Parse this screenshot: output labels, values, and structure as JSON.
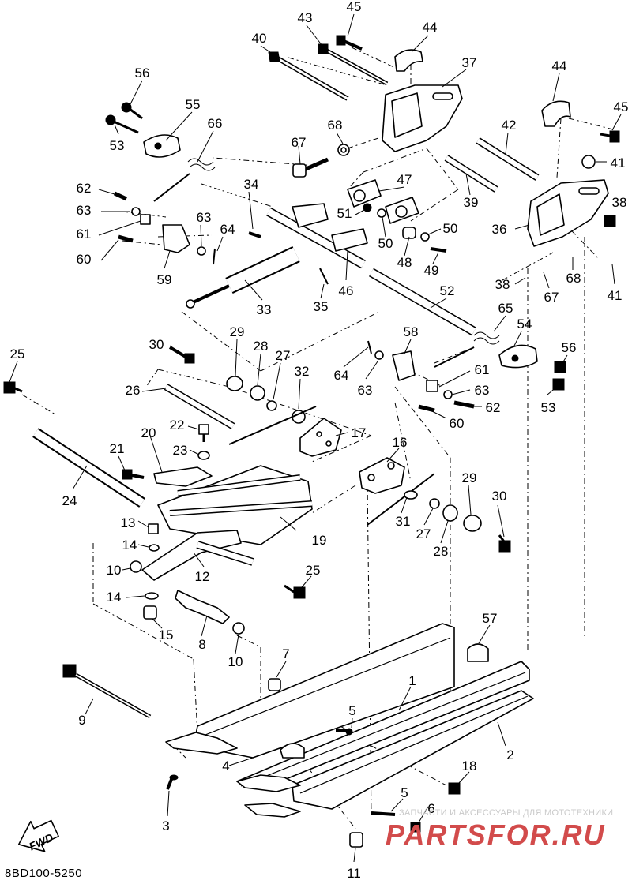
{
  "diagram": {
    "footer_code": "8BD100-5250",
    "fwd_label": "FWD",
    "watermark": {
      "caption": "ЗАПЧАСТИ И АКСЕССУАРЫ ДЛЯ МОТОТЕХНИКИ",
      "logo": "PARTSFOR.RU"
    },
    "callouts": [
      {
        "id": "c45a",
        "text": "45"
      },
      {
        "id": "c43",
        "text": "43"
      },
      {
        "id": "c44a",
        "text": "44"
      },
      {
        "id": "c40",
        "text": "40"
      },
      {
        "id": "c37",
        "text": "37"
      },
      {
        "id": "c56a",
        "text": "56"
      },
      {
        "id": "c55",
        "text": "55"
      },
      {
        "id": "c53a",
        "text": "53"
      },
      {
        "id": "c66",
        "text": "66"
      },
      {
        "id": "c68a",
        "text": "68"
      },
      {
        "id": "c67a",
        "text": "67"
      },
      {
        "id": "c44b",
        "text": "44"
      },
      {
        "id": "c45b",
        "text": "45"
      },
      {
        "id": "c42",
        "text": "42"
      },
      {
        "id": "c41a",
        "text": "41"
      },
      {
        "id": "c62a",
        "text": "62"
      },
      {
        "id": "c34",
        "text": "34"
      },
      {
        "id": "c47",
        "text": "47"
      },
      {
        "id": "c39",
        "text": "39"
      },
      {
        "id": "c38a",
        "text": "38"
      },
      {
        "id": "c63a",
        "text": "63"
      },
      {
        "id": "c51",
        "text": "51"
      },
      {
        "id": "c61a",
        "text": "61"
      },
      {
        "id": "c63b",
        "text": "63"
      },
      {
        "id": "c64a",
        "text": "64"
      },
      {
        "id": "c50a",
        "text": "50"
      },
      {
        "id": "c50b",
        "text": "50"
      },
      {
        "id": "c36",
        "text": "36"
      },
      {
        "id": "c60a",
        "text": "60"
      },
      {
        "id": "c48",
        "text": "48"
      },
      {
        "id": "c49",
        "text": "49"
      },
      {
        "id": "c59",
        "text": "59"
      },
      {
        "id": "c46",
        "text": "46"
      },
      {
        "id": "c38b",
        "text": "38"
      },
      {
        "id": "c68b",
        "text": "68"
      },
      {
        "id": "c67b",
        "text": "67"
      },
      {
        "id": "c41b",
        "text": "41"
      },
      {
        "id": "c33",
        "text": "33"
      },
      {
        "id": "c35",
        "text": "35"
      },
      {
        "id": "c52",
        "text": "52"
      },
      {
        "id": "c65",
        "text": "65"
      },
      {
        "id": "c54",
        "text": "54"
      },
      {
        "id": "c30a",
        "text": "30"
      },
      {
        "id": "c29a",
        "text": "29"
      },
      {
        "id": "c28a",
        "text": "28"
      },
      {
        "id": "c27a",
        "text": "27"
      },
      {
        "id": "c58",
        "text": "58"
      },
      {
        "id": "c56b",
        "text": "56"
      },
      {
        "id": "c25a",
        "text": "25"
      },
      {
        "id": "c32",
        "text": "32"
      },
      {
        "id": "c64b",
        "text": "64"
      },
      {
        "id": "c63c",
        "text": "63"
      },
      {
        "id": "c61b",
        "text": "61"
      },
      {
        "id": "c63d",
        "text": "63"
      },
      {
        "id": "c53b",
        "text": "53"
      },
      {
        "id": "c26",
        "text": "26"
      },
      {
        "id": "c62b",
        "text": "62"
      },
      {
        "id": "c60b",
        "text": "60"
      },
      {
        "id": "c22",
        "text": "22"
      },
      {
        "id": "c17",
        "text": "17"
      },
      {
        "id": "c20",
        "text": "20"
      },
      {
        "id": "c23",
        "text": "23"
      },
      {
        "id": "c16",
        "text": "16"
      },
      {
        "id": "c21",
        "text": "21"
      },
      {
        "id": "c29b",
        "text": "29"
      },
      {
        "id": "c30b",
        "text": "30"
      },
      {
        "id": "c24",
        "text": "24"
      },
      {
        "id": "c31",
        "text": "31"
      },
      {
        "id": "c27b",
        "text": "27"
      },
      {
        "id": "c13",
        "text": "13"
      },
      {
        "id": "c19",
        "text": "19"
      },
      {
        "id": "c28b",
        "text": "28"
      },
      {
        "id": "c14a",
        "text": "14"
      },
      {
        "id": "c12",
        "text": "12"
      },
      {
        "id": "c10a",
        "text": "10"
      },
      {
        "id": "c25b",
        "text": "25"
      },
      {
        "id": "c14b",
        "text": "14"
      },
      {
        "id": "c15",
        "text": "15"
      },
      {
        "id": "c57",
        "text": "57"
      },
      {
        "id": "c8",
        "text": "8"
      },
      {
        "id": "c10b",
        "text": "10"
      },
      {
        "id": "c7",
        "text": "7"
      },
      {
        "id": "c1",
        "text": "1"
      },
      {
        "id": "c9",
        "text": "9"
      },
      {
        "id": "c5a",
        "text": "5"
      },
      {
        "id": "c2",
        "text": "2"
      },
      {
        "id": "c4",
        "text": "4"
      },
      {
        "id": "c18",
        "text": "18"
      },
      {
        "id": "c5b",
        "text": "5"
      },
      {
        "id": "c6",
        "text": "6"
      },
      {
        "id": "c3",
        "text": "3"
      },
      {
        "id": "c11",
        "text": "11"
      }
    ]
  }
}
